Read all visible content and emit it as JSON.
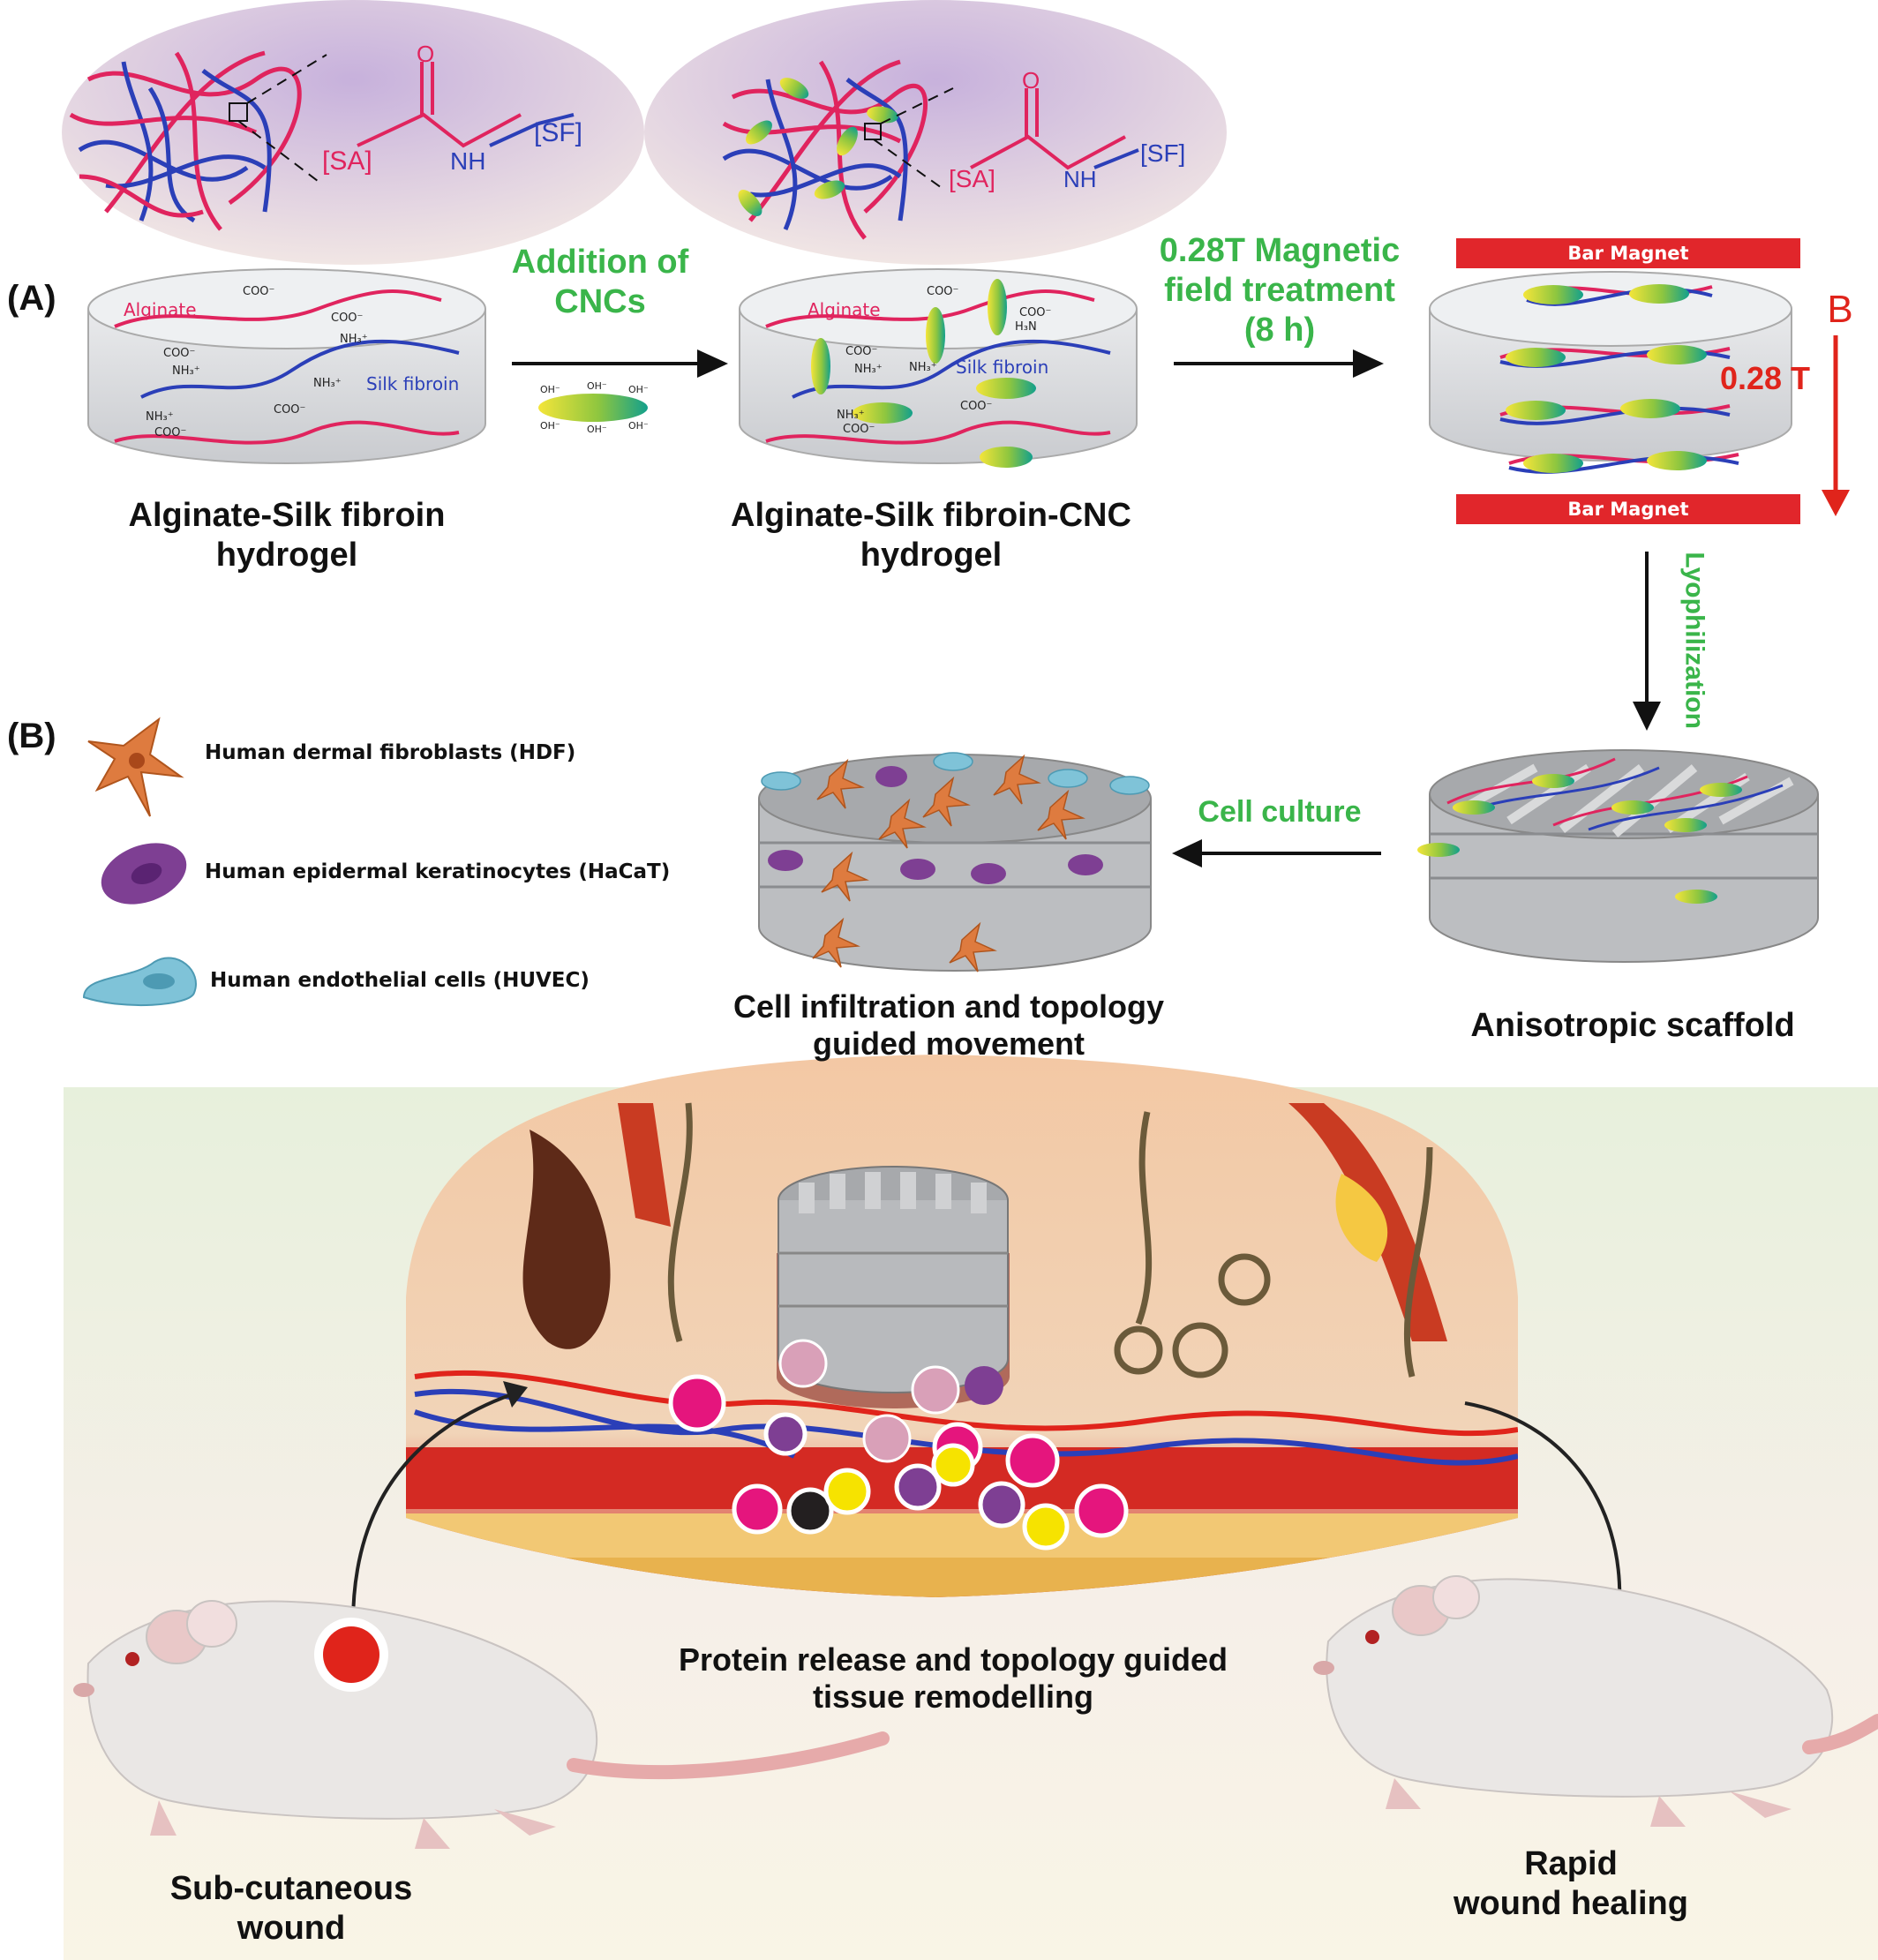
{
  "panels": {
    "a": "(A)",
    "b": "(B)"
  },
  "chemistry": {
    "sa": "[SA]",
    "sf": "[SF]",
    "nh": "NH",
    "o": "O"
  },
  "hydrogel1": {
    "title_line1": "Alginate-Silk fibroin",
    "title_line2": "hydrogel",
    "alginate_label": "Alginate",
    "silk_label": "Silk fibroin"
  },
  "step1": {
    "line1": "Addition of",
    "line2": "CNCs"
  },
  "hydrogel2": {
    "title_line1": "Alginate-Silk fibroin-CNC",
    "title_line2": "hydrogel",
    "alginate_label": "Alginate",
    "silk_label": "Silk fibroin"
  },
  "step2": {
    "line1": "0.28T Magnetic",
    "line2": "field treatment",
    "line3": "(8 h)"
  },
  "magnet": {
    "top_label": "Bar Magnet",
    "bottom_label": "Bar Magnet",
    "field_symbol": "B",
    "field_value": "0.28 T"
  },
  "step3": {
    "label": "Lyophilization"
  },
  "scaffold": {
    "label": "Anisotropic scaffold"
  },
  "step4": {
    "label": "Cell culture"
  },
  "legend": [
    {
      "label": "Human dermal fibroblasts (HDF)",
      "icon": "fibroblast-icon",
      "color": "#de7b3f"
    },
    {
      "label": "Human epidermal keratinocytes (HaCaT)",
      "icon": "keratinocyte-icon",
      "color": "#7e3f93"
    },
    {
      "label": "Human endothelial cells (HUVEC)",
      "icon": "endothelial-icon",
      "color": "#7fc3d8"
    }
  ],
  "seeded": {
    "line1": "Cell infiltration and topology",
    "line2": "guided movement"
  },
  "skin": {
    "line1": "Protein release and topology guided",
    "line2": "tissue remodelling"
  },
  "wound": {
    "line1": "Sub-cutaneous",
    "line2": "wound"
  },
  "healing": {
    "line1": "Rapid",
    "line2": "wound healing"
  },
  "colors": {
    "green": "#3ab54a",
    "red": "#e0241b",
    "alginate": "#e0245e",
    "silk": "#2b3fb8"
  },
  "chem_labels": {
    "coo": "COO⁻",
    "nh3": "NH₃⁺",
    "oh": "OH⁻",
    "h3n": "H₃N"
  }
}
